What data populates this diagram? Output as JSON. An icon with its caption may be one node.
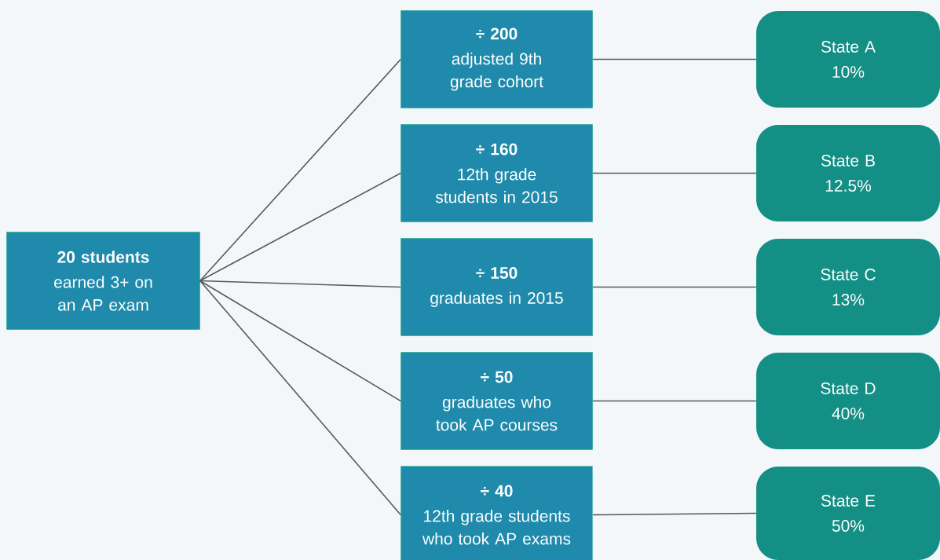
{
  "diagram": {
    "nodes": [
      {
        "text": [
          "20 students",
          "earned 3+ on an AP exam"
        ]
      },
      {
        "text": [
          "÷ 200",
          "adjusted 9th grade cohort"
        ]
      },
      {
        "text": [
          "÷ 160",
          "12th grade students in 2015"
        ]
      },
      {
        "text": [
          "÷ 150",
          "graduates in 2015"
        ]
      },
      {
        "text": [
          "÷ 50",
          "graduates who took AP courses"
        ]
      },
      {
        "text": [
          "÷ 40",
          "12th grade students who took AP exams"
        ]
      },
      {
        "text": [
          "State A",
          "10%"
        ]
      },
      {
        "text": [
          "State B",
          "12.5%"
        ]
      },
      {
        "text": [
          "State C",
          "13%"
        ]
      },
      {
        "text": [
          "State D",
          "40%"
        ]
      },
      {
        "text": [
          "State E",
          "50%"
        ]
      }
    ],
    "edges": [
      {
        "from": 0,
        "to": 1,
        "arrow": "none"
      },
      {
        "from": 0,
        "to": 2,
        "arrow": "none"
      },
      {
        "from": 0,
        "to": 3,
        "arrow": "none"
      },
      {
        "from": 0,
        "to": 4,
        "arrow": "none"
      },
      {
        "from": 0,
        "to": 5,
        "arrow": "none"
      },
      {
        "from": 1,
        "to": 6,
        "arrow": "none"
      },
      {
        "from": 2,
        "to": 7,
        "arrow": "none"
      },
      {
        "from": 3,
        "to": 8,
        "arrow": "none"
      },
      {
        "from": 4,
        "to": 9,
        "arrow": "none"
      },
      {
        "from": 5,
        "to": 10,
        "arrow": "none"
      }
    ]
  }
}
